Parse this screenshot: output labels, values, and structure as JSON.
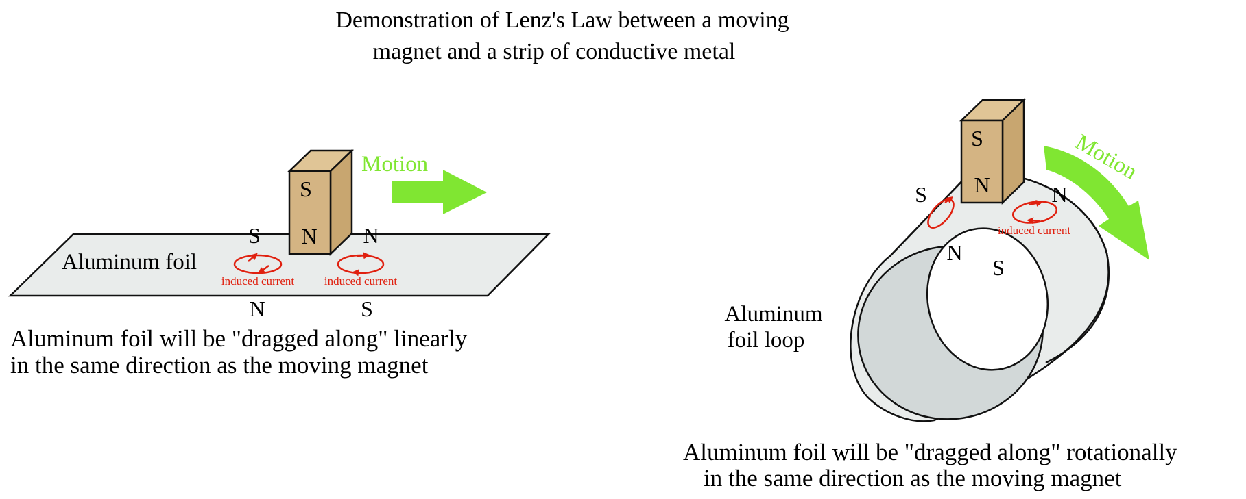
{
  "title": {
    "line1": "Demonstration of Lenz's Law between a moving",
    "line2": "magnet and a strip of conductive metal"
  },
  "colors": {
    "foil": "#e9eceb",
    "foil_inner": "#d2d8d8",
    "magnet": "#d4b483",
    "magnet_side": "#c8a670",
    "motion_arrow": "#80e632",
    "induced_current": "#e0200f"
  },
  "linear": {
    "foil_label": "Aluminum foil",
    "magnet_top_pole": "S",
    "magnet_bottom_pole": "N",
    "motion_label": "Motion",
    "pole_left_top": "S",
    "pole_right_top": "N",
    "pole_left_bottom": "N",
    "pole_right_bottom": "S",
    "induced_left": "induced current",
    "induced_right": "induced current",
    "caption_line1": "Aluminum foil will be \"dragged along\" linearly",
    "caption_line2": "in the same direction as the moving magnet"
  },
  "rotational": {
    "foil_label_line1": "Aluminum",
    "foil_label_line2": "foil loop",
    "magnet_top_pole": "S",
    "magnet_bottom_pole": "N",
    "motion_label": "Motion",
    "pole_left_outer": "S",
    "pole_right_outer": "N",
    "pole_inner_left": "N",
    "pole_inner_right": "S",
    "induced_label": "induced current",
    "caption_line1": "Aluminum foil will be \"dragged along\" rotationally",
    "caption_line2": "in the same direction as the moving magnet"
  }
}
